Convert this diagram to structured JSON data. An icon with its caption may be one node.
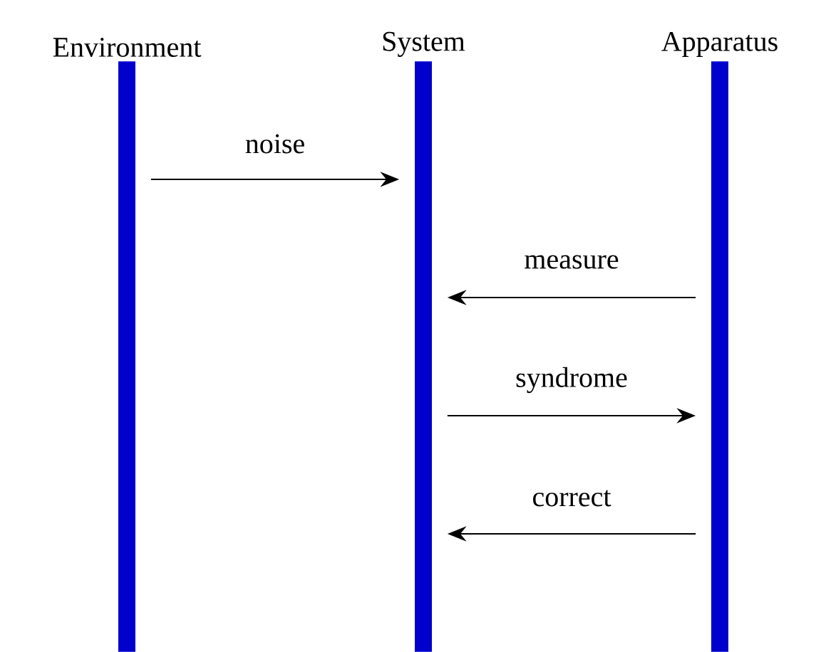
{
  "diagram": {
    "nodes": [
      {
        "text": [
          "Environment"
        ]
      },
      {
        "text": [
          "System"
        ]
      },
      {
        "text": [
          "Apparatus"
        ]
      }
    ],
    "edges": [
      {
        "from": 0,
        "to": 1,
        "arrow": "to",
        "label": "noise"
      },
      {
        "from": 2,
        "to": 1,
        "arrow": "to",
        "label": "measure"
      },
      {
        "from": 1,
        "to": 2,
        "arrow": "to",
        "label": "syndrome"
      },
      {
        "from": 2,
        "to": 1,
        "arrow": "to",
        "label": "correct"
      }
    ]
  }
}
